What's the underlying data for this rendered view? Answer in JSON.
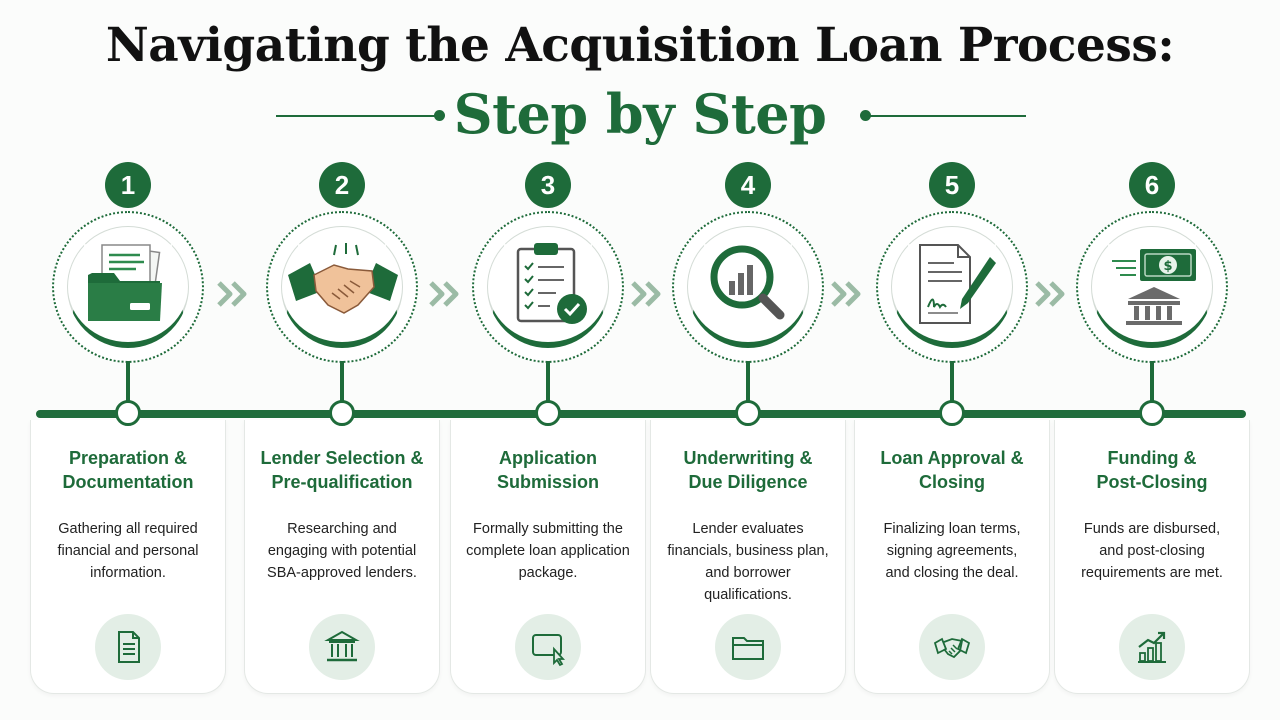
{
  "title": "Navigating the Acquisition Loan Process:",
  "subtitle": "Step by Step",
  "colors": {
    "primary": "#1e6b3a",
    "light": "#e3eee6",
    "chevron": "#9bbba5"
  },
  "steps": [
    {
      "number": "1",
      "title_line1": "Preparation &",
      "title_line2": "Documentation",
      "desc_line1": "Gathering all required",
      "desc_line2": "financial and personal",
      "desc_line3": "information.",
      "desc_line4": "",
      "main_icon": "folder-documents-icon",
      "small_icon": "document-icon"
    },
    {
      "number": "2",
      "title_line1": "Lender Selection &",
      "title_line2": "Pre-qualification",
      "desc_line1": "Researching and",
      "desc_line2": "engaging with potential",
      "desc_line3": "SBA-approved lenders.",
      "desc_line4": "",
      "main_icon": "handshake-icon",
      "small_icon": "bank-icon"
    },
    {
      "number": "3",
      "title_line1": "Application",
      "title_line2": "Submission",
      "desc_line1": "Formally submitting the",
      "desc_line2": "complete loan application",
      "desc_line3": "package.",
      "desc_line4": "",
      "main_icon": "clipboard-check-icon",
      "small_icon": "screen-cursor-icon"
    },
    {
      "number": "4",
      "title_line1": "Underwriting &",
      "title_line2": "Due Diligence",
      "desc_line1": "Lender evaluates",
      "desc_line2": "financials, business plan,",
      "desc_line3": "and borrower",
      "desc_line4": "qualifications.",
      "main_icon": "magnifier-chart-icon",
      "small_icon": "folder-icon"
    },
    {
      "number": "5",
      "title_line1": "Loan Approval &",
      "title_line2": "Closing",
      "desc_line1": "Finalizing loan terms,",
      "desc_line2": "signing agreements,",
      "desc_line3": "and closing the deal.",
      "desc_line4": "",
      "main_icon": "contract-pen-icon",
      "small_icon": "handshake-icon"
    },
    {
      "number": "6",
      "title_line1": "Funding &",
      "title_line2": "Post-Closing",
      "desc_line1": "Funds are disbursed,",
      "desc_line2": "and post-closing",
      "desc_line3": "requirements are met.",
      "desc_line4": "",
      "main_icon": "money-bank-icon",
      "small_icon": "growth-chart-icon"
    }
  ]
}
